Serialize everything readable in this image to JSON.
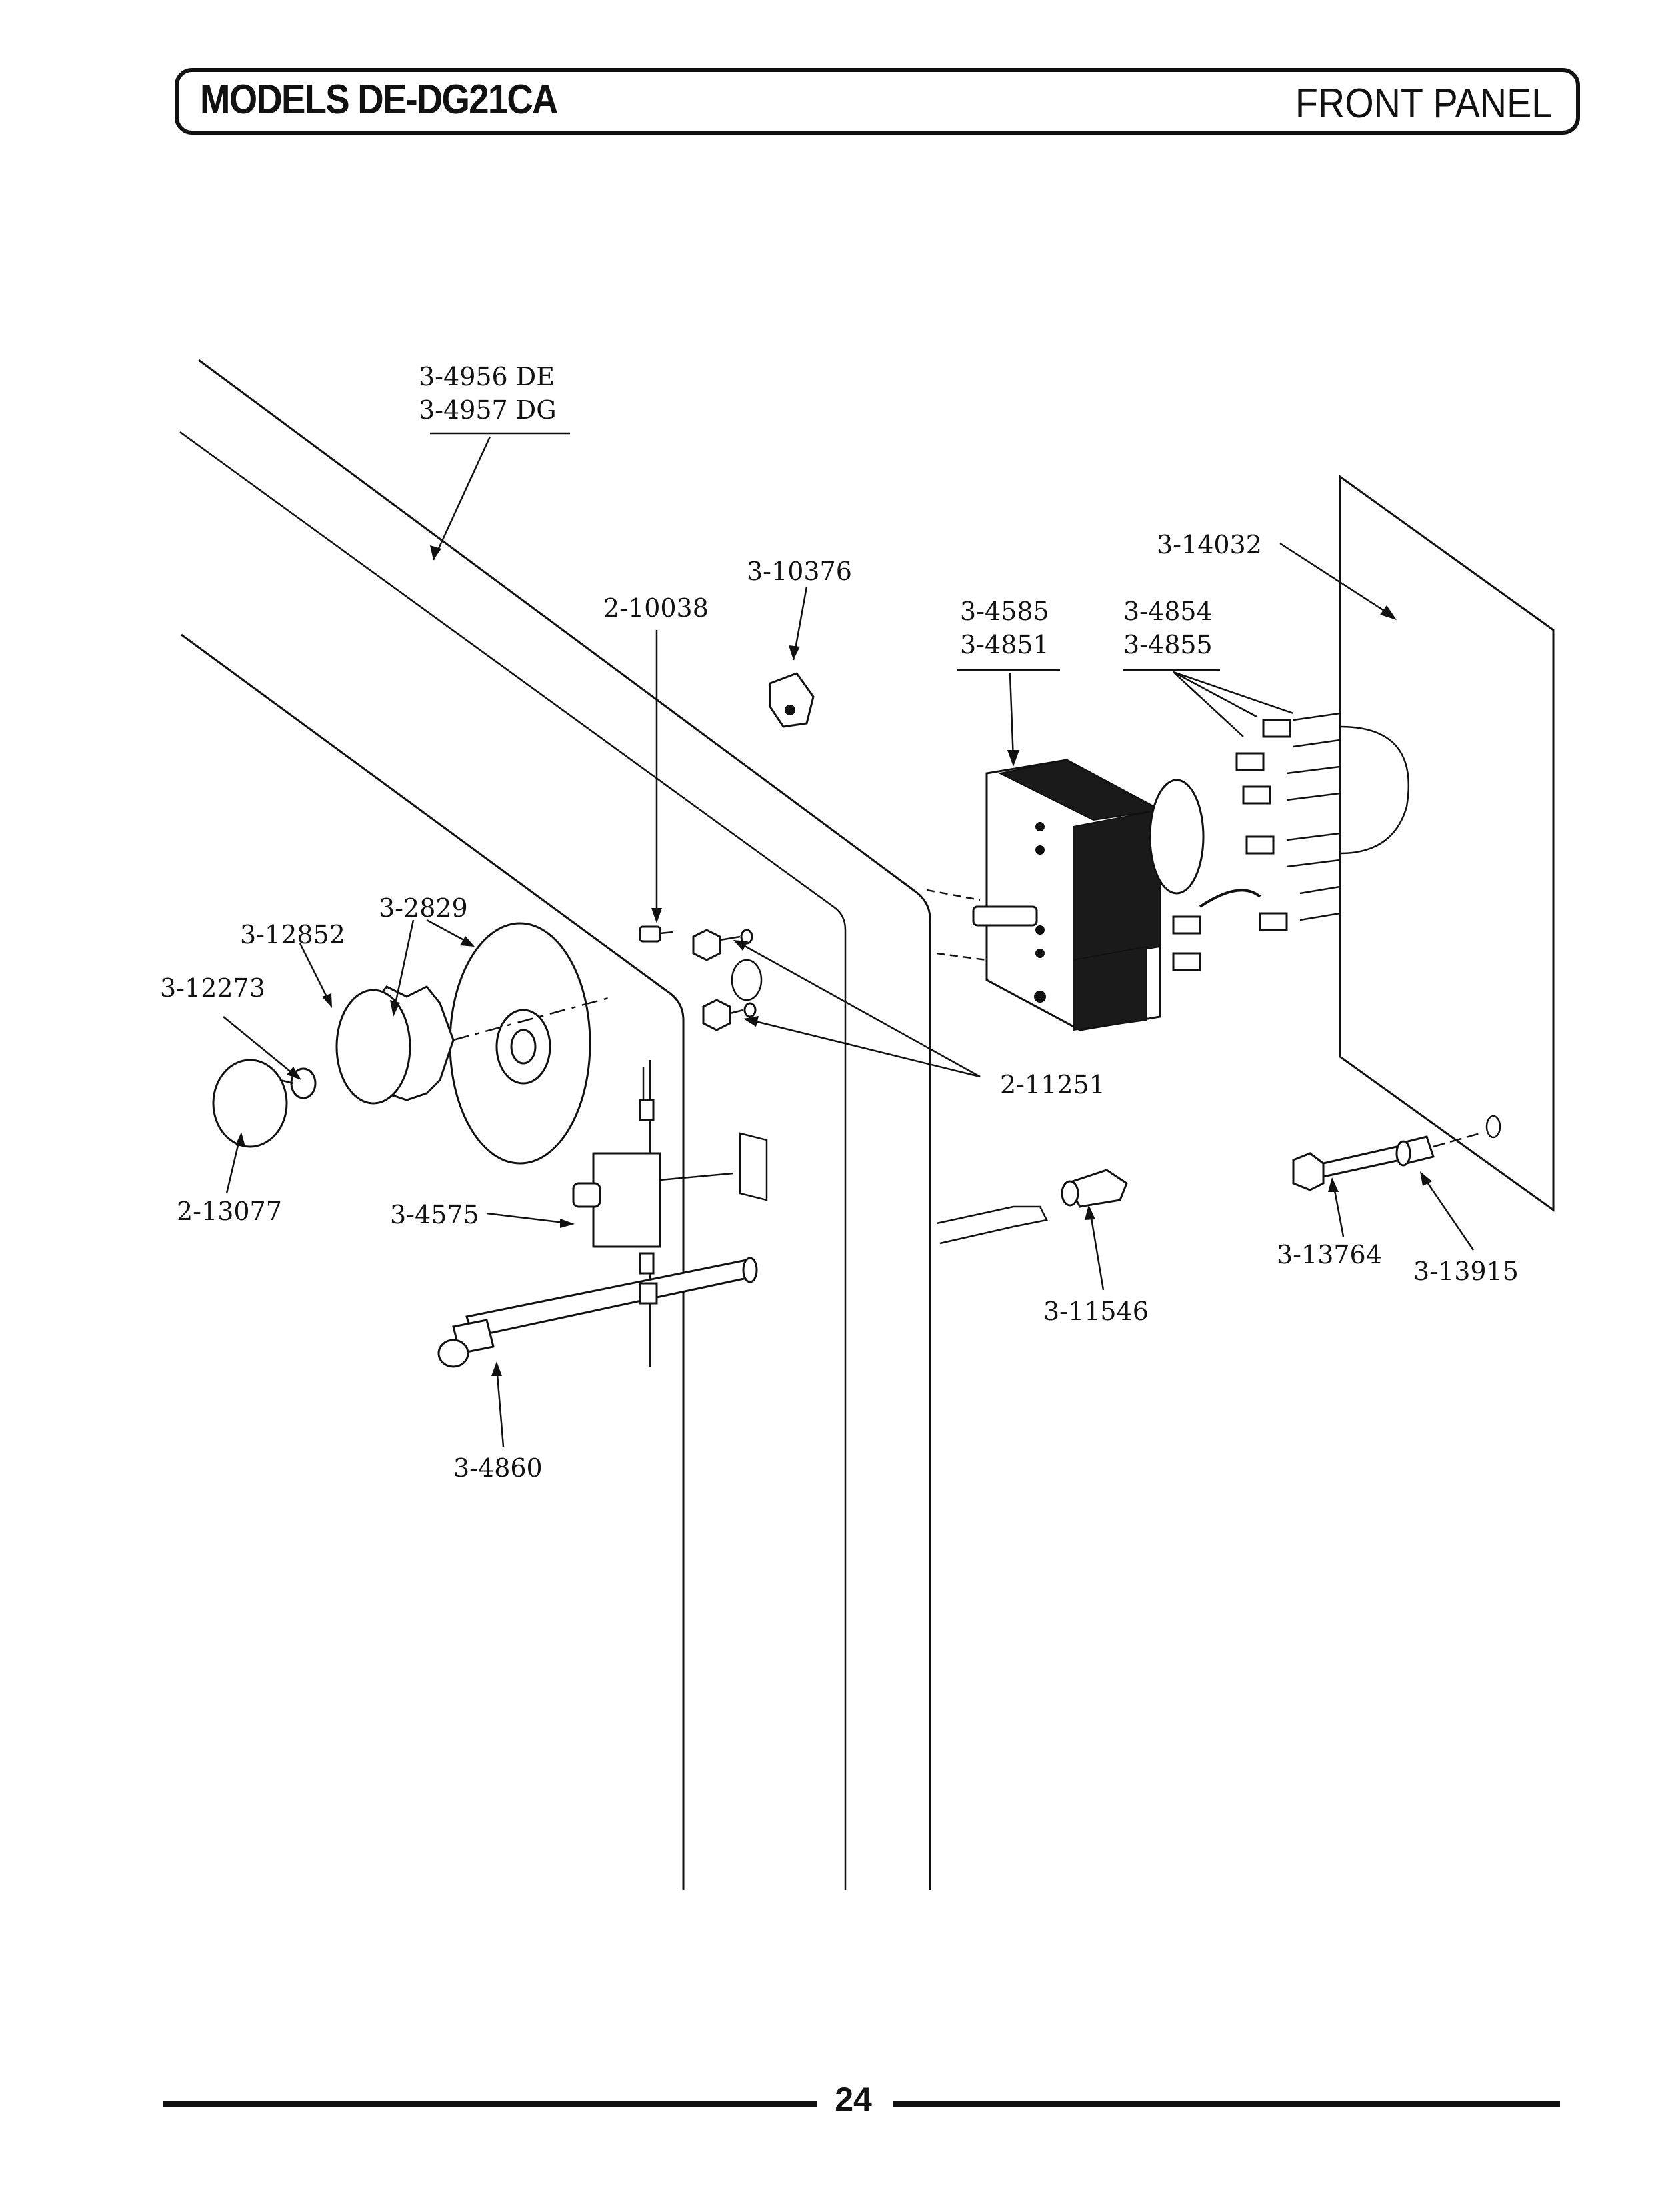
{
  "header": {
    "models": "MODELS DE-DG21CA",
    "section": "FRONT PANEL"
  },
  "footer": {
    "page_number": "24"
  },
  "labels": {
    "top_panel_de": "3-4956  DE",
    "top_panel_dg": "3-4957  DG",
    "clip": "3-10376",
    "screw_small": "2-10038",
    "timer_a": "3-4585",
    "timer_b": "3-4851",
    "harness_a": "3-4854",
    "harness_b": "3-4855",
    "backsplash": "3-14032",
    "skirt": "3-2829",
    "knob_insert": "3-12852",
    "knob_nut": "3-12273",
    "knob_cap": "2-13077",
    "screws": "2-11251",
    "switch": "3-4575",
    "push_button": "3-4860",
    "wire_nut": "3-11546",
    "bolt": "3-13764",
    "spacer": "3-13915"
  }
}
